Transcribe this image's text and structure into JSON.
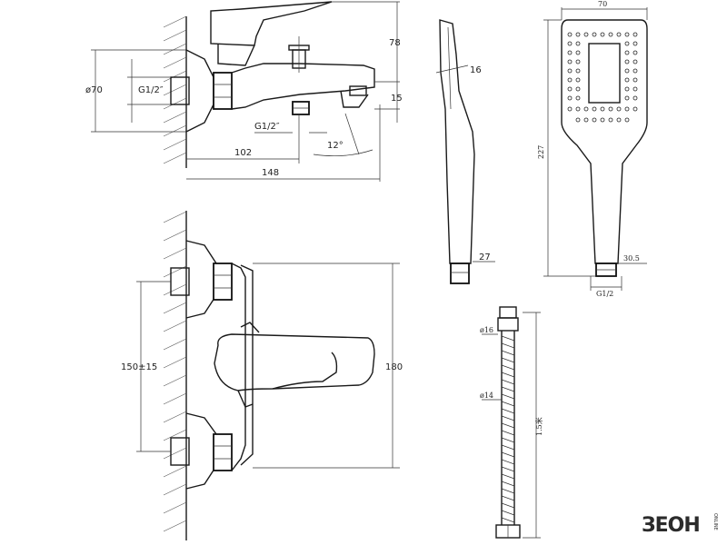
{
  "top_view": {
    "dim_height_78": "78",
    "dim_diameter_70": "ø70",
    "dim_thread_g12": "G1/2″",
    "dim_15": "15",
    "dim_102": "102",
    "dim_148": "148",
    "dim_angle_12": "12°",
    "dim_g12_outlet": "G1/2″"
  },
  "front_view": {
    "dim_150": "150±15",
    "dim_180": "180"
  },
  "handshower_side": {
    "dim_16": "16",
    "dim_27": "27"
  },
  "handshower_front": {
    "dim_70": "70",
    "dim_227": "227",
    "dim_30_5": "30.5",
    "dim_g12": "G1/2"
  },
  "hose": {
    "dim_d16": "ø16",
    "dim_d14": "ø14",
    "dim_length": "1.5米"
  },
  "brand": {
    "logo_text": "ЗЕОН",
    "logo_sub": "ONLINE"
  }
}
